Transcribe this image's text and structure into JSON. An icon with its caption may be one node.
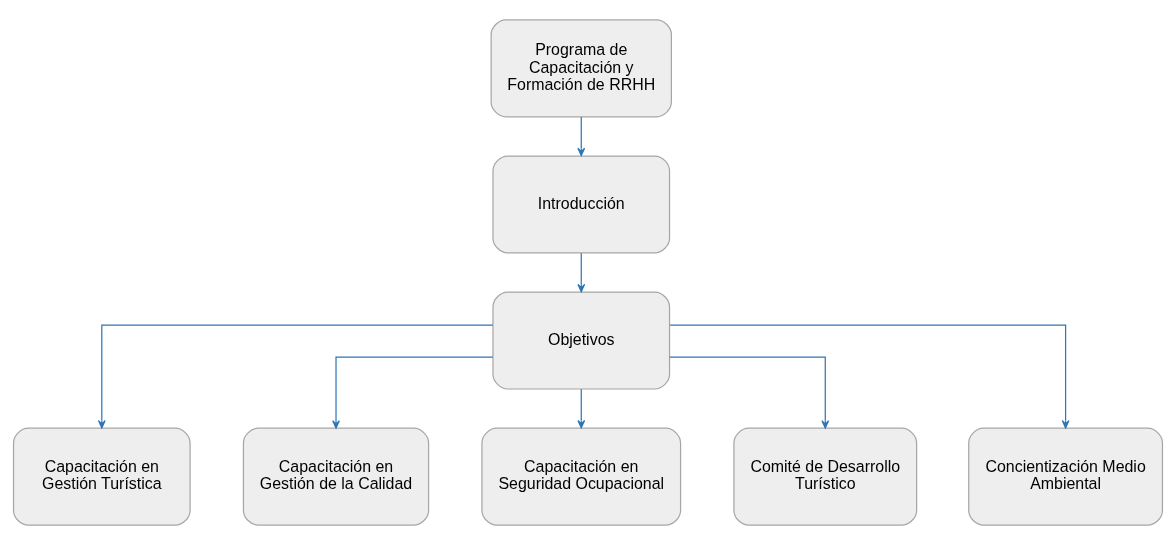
{
  "diagram": {
    "nodes": [
      {
        "text": [
          "Programa de Capacitación y Formación de RRHH"
        ]
      },
      {
        "text": [
          "Introducción"
        ]
      },
      {
        "text": [
          "Objetivos"
        ]
      },
      {
        "text": [
          "Capacitación en Gestión Turística"
        ]
      },
      {
        "text": [
          "Capacitación en Gestión de la Calidad"
        ]
      },
      {
        "text": [
          "Capacitación en Seguridad Ocupacional"
        ]
      },
      {
        "text": [
          "Comité de Desarrollo Turístico"
        ]
      },
      {
        "text": [
          "Concientización Medio Ambiental"
        ]
      }
    ],
    "edges": [
      {
        "from": 0,
        "to": 1,
        "arrow": "to"
      },
      {
        "from": 1,
        "to": 2,
        "arrow": "to"
      },
      {
        "from": 2,
        "to": 3,
        "arrow": "to"
      },
      {
        "from": 2,
        "to": 4,
        "arrow": "to"
      },
      {
        "from": 2,
        "to": 5,
        "arrow": "to"
      },
      {
        "from": 2,
        "to": 6,
        "arrow": "to"
      },
      {
        "from": 2,
        "to": 7,
        "arrow": "to"
      }
    ]
  }
}
